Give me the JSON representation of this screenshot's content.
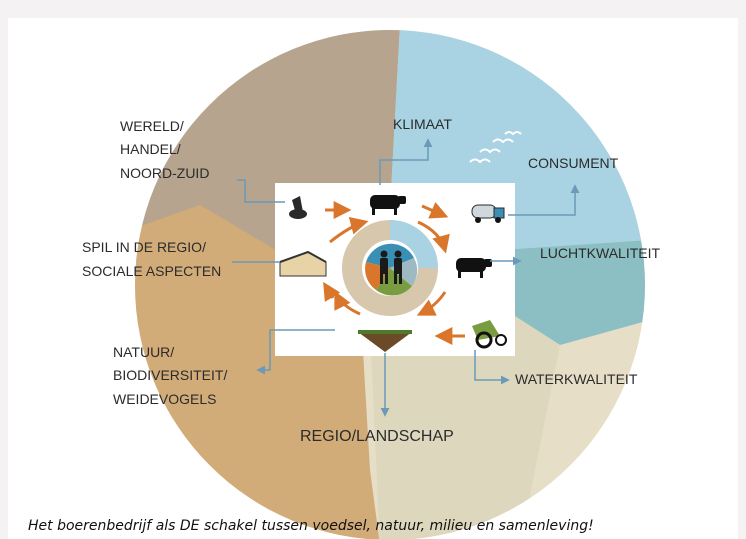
{
  "labels": {
    "wereld": [
      "WERELD/",
      "HANDEL/",
      "NOORD-ZUID"
    ],
    "klimaat": "KLIMAAT",
    "consument": "CONSUMENT",
    "spil": [
      "SPIL IN DE REGIO/",
      "SOCIALE ASPECTEN"
    ],
    "luchtkwaliteit": "LUCHTKWALITEIT",
    "natuur": [
      "NATUUR/",
      "BIODIVERSITEIT/",
      "WEIDEVOGELS"
    ],
    "waterkwaliteit": "WATERKWALITEIT",
    "regio": "REGIO/LANDSCHAP"
  },
  "caption": "Het boerenbedrijf als DE schakel tussen voedsel, natuur, milieu en samenleving!",
  "icons": [
    "tractor-mower-icon",
    "cow-icon",
    "milk-truck-icon",
    "cow-icon",
    "manure-spreader-icon",
    "soil-grass-icon",
    "barn-icon",
    "farmers-icon",
    "birds-icon"
  ],
  "colors": {
    "world_brown": "#b6a48e",
    "climate_blue": "#a9d3e2",
    "air_teal": "#8cbfc3",
    "region_beige": "#e6dec6",
    "nature_ochre": "#d2ac78",
    "arrow_orange": "#d9762b",
    "connector": "#6a9ab8"
  }
}
